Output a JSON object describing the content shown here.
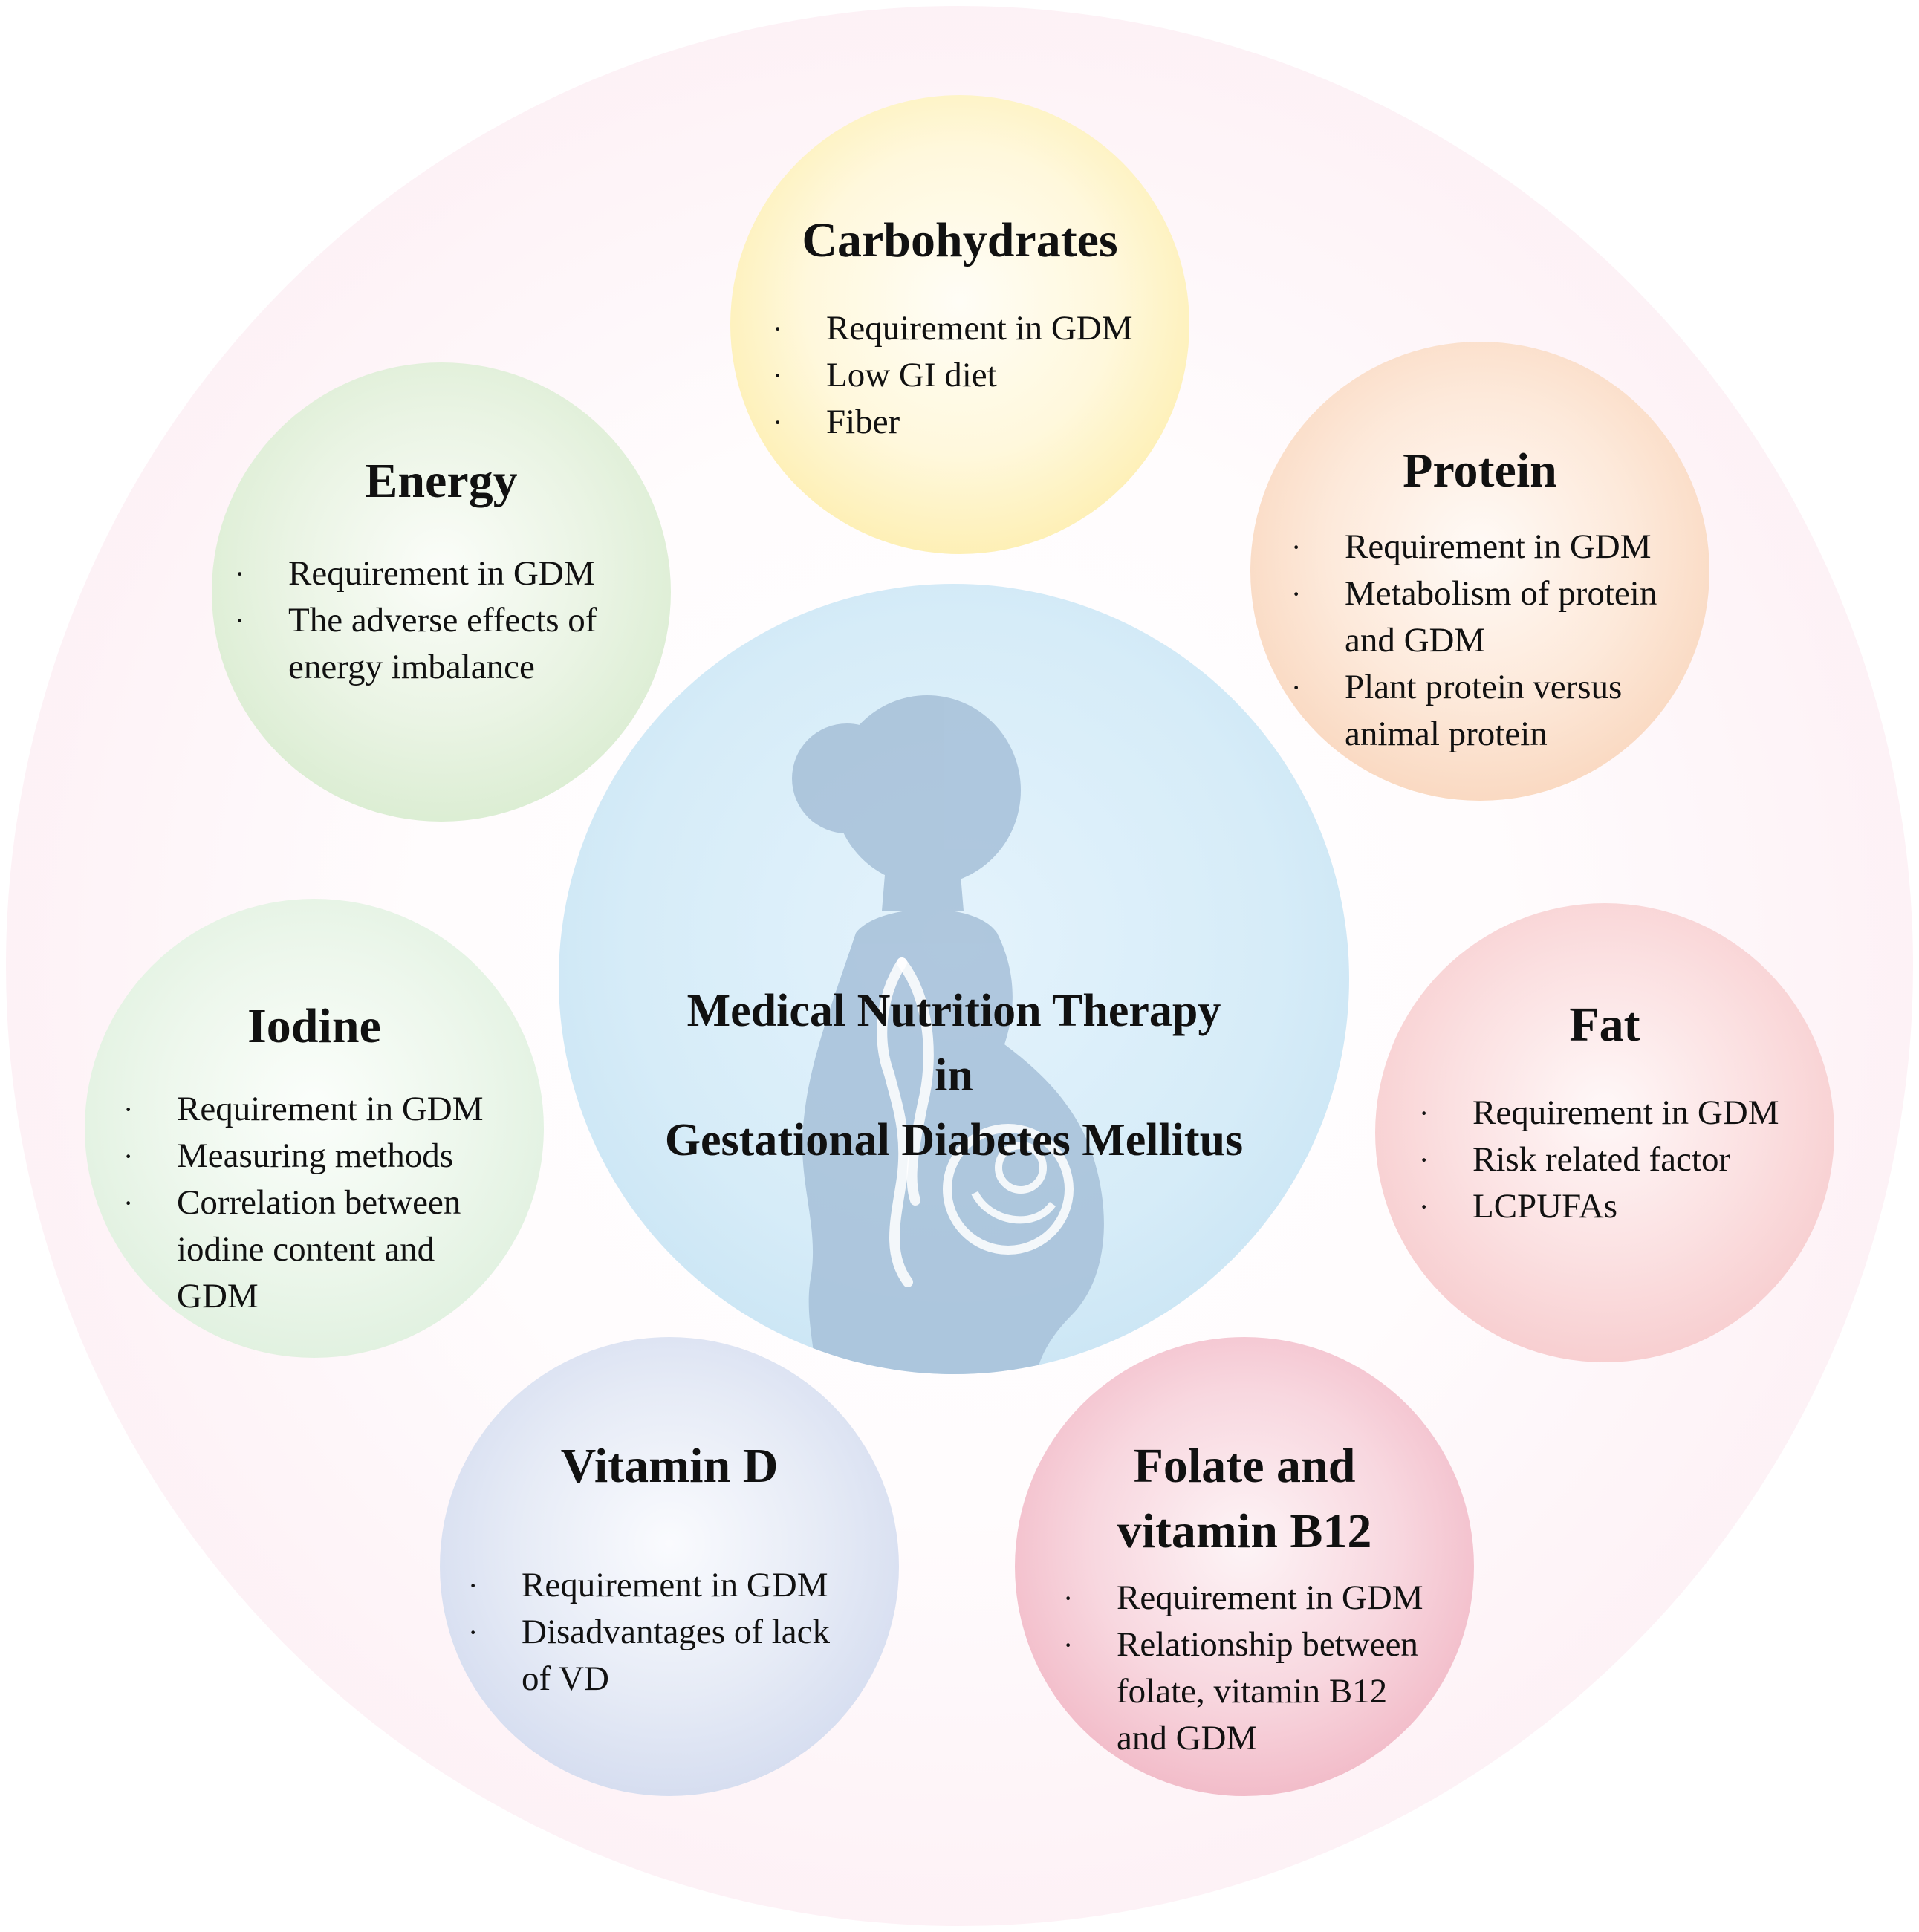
{
  "center": {
    "line1": "Medical Nutrition Therapy",
    "line2": "in",
    "line3": "Gestational Diabetes Mellitus"
  },
  "bullet": "·",
  "nodes": {
    "carbohydrates": {
      "title": "Carbohydrates",
      "items": [
        "Requirement in GDM",
        "Low GI diet",
        "Fiber"
      ]
    },
    "protein": {
      "title": "Protein",
      "items": [
        "Requirement in GDM",
        "Metabolism of protein",
        "and GDM",
        "Plant protein versus",
        "animal protein"
      ]
    },
    "energy": {
      "title": "Energy",
      "items": [
        "Requirement in GDM",
        "The adverse effects of",
        "energy imbalance"
      ]
    },
    "iodine": {
      "title": "Iodine",
      "items": [
        "Requirement in GDM",
        "Measuring methods",
        "Correlation between",
        "iodine content and",
        "GDM"
      ]
    },
    "fat": {
      "title": "Fat",
      "items": [
        "Requirement in GDM",
        "Risk related factor",
        "LCPUFAs"
      ]
    },
    "vitamin_d": {
      "title": "Vitamin D",
      "items": [
        "Requirement in GDM",
        "Disadvantages of lack",
        "of VD"
      ]
    },
    "folate": {
      "title_line1": "Folate and",
      "title_line2": "vitamin B12",
      "items": [
        "Requirement in GDM",
        "Relationship between",
        "folate, vitamin B12",
        "and GDM"
      ]
    }
  },
  "colors": {
    "outer_ring": "#f8e2ec",
    "center": "#d6ecf8",
    "silhouette": "#a9c3da",
    "carbohydrates": "#fbe79a",
    "protein": "#f7cfb0",
    "energy": "#cfe6c6",
    "iodine": "#d9efd8",
    "fat": "#f6c1c4",
    "vitamin_d": "#c6d0ea",
    "folate": "#eeaab9"
  }
}
